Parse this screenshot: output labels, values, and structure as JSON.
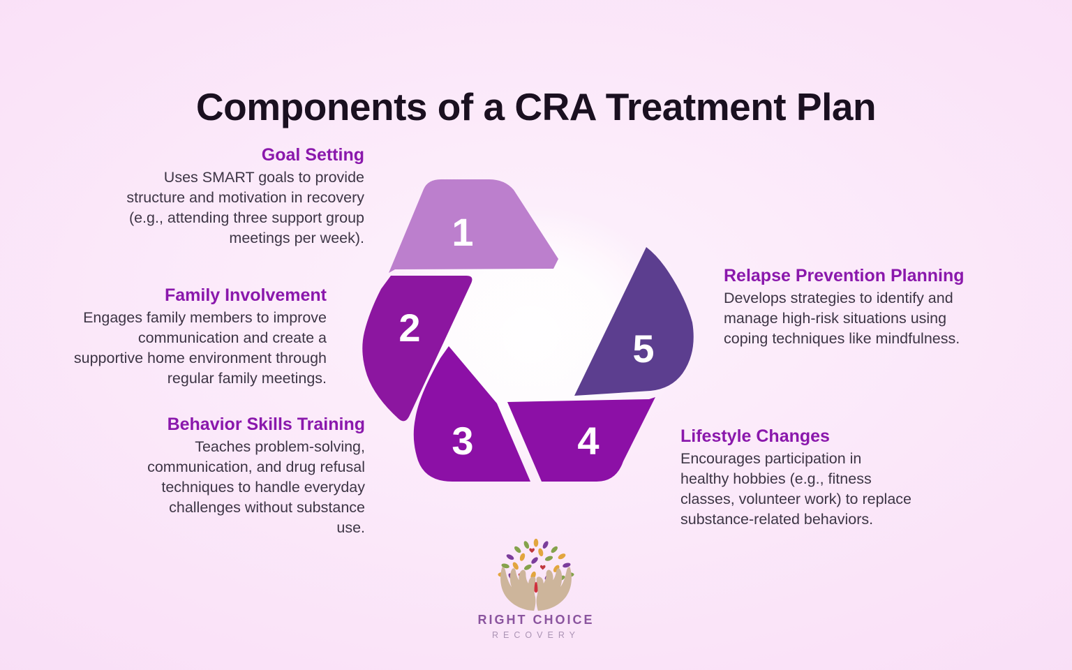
{
  "title": "Components of a CRA Treatment Plan",
  "sections": {
    "goal_setting": {
      "heading": "Goal Setting",
      "lines": [
        "Uses SMART goals to provide",
        "structure and motivation in recovery",
        "(e.g., attending three support group",
        "meetings per week)."
      ]
    },
    "family_involvement": {
      "heading": "Family Involvement",
      "lines": [
        "Engages family members to improve",
        "communication and create a",
        "supportive home environment through",
        "regular family meetings."
      ]
    },
    "behavior_skills_training": {
      "heading": "Behavior Skills Training",
      "lines": [
        "Teaches problem-solving,",
        "communication, and drug refusal",
        "techniques to handle everyday",
        "challenges without substance",
        "use."
      ]
    },
    "lifestyle_changes": {
      "heading": "Lifestyle Changes",
      "lines": [
        "Encourages participation in",
        "healthy hobbies (e.g., fitness",
        "classes, volunteer work) to replace",
        "substance-related behaviors."
      ]
    },
    "relapse_prevention_planning": {
      "heading": "Relapse Prevention Planning",
      "lines": [
        "Develops strategies to identify and",
        "manage high-risk situations using",
        "coping techniques like mindfulness."
      ]
    }
  },
  "diagram": {
    "type": "five-step-cycle",
    "number_color": "#ffffff",
    "segments": [
      {
        "number": "1",
        "color": "#bc7fcd"
      },
      {
        "number": "2",
        "color": "#8c16a0"
      },
      {
        "number": "3",
        "color": "#8c10a6"
      },
      {
        "number": "4",
        "color": "#8c10a6"
      },
      {
        "number": "5",
        "color": "#5c3e8f"
      }
    ]
  },
  "logo": {
    "name": "RIGHT CHOICE",
    "tagline": "RECOVERY"
  },
  "colors": {
    "background_edge": "#f6d6f3",
    "background_center": "#fdf2fc",
    "title": "#1a1020",
    "heading": "#8a18ac",
    "body_text": "#3d3545",
    "logo_name": "#8a549e",
    "logo_tagline": "#ab93b4",
    "logo_hands": "#cdb59b",
    "logo_heart": "#cf2f3d"
  }
}
